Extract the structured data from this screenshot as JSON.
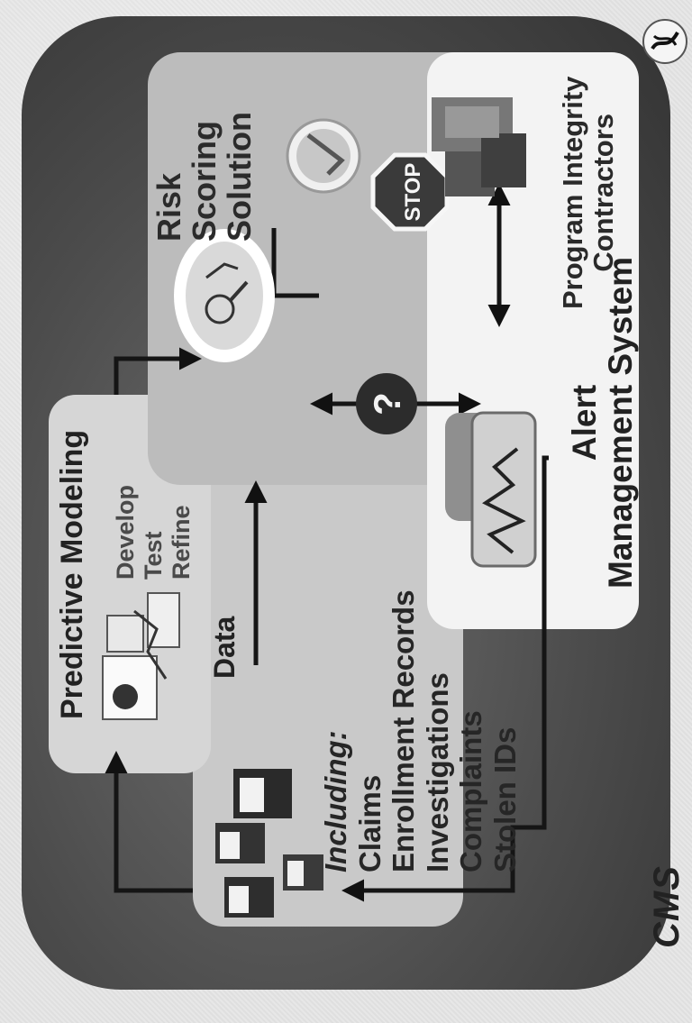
{
  "predictive": {
    "title": "Predictive Modeling",
    "steps": [
      "Develop",
      "Test",
      "Refine"
    ]
  },
  "data": {
    "title": "Data",
    "including": "Including:",
    "items": [
      "Claims",
      "Enrollment Records",
      "Investigations",
      "Complaints",
      "Stolen IDs"
    ]
  },
  "risk": {
    "title_lines": [
      "Risk",
      "Scoring",
      "Solution"
    ],
    "stop_sign": "STOP",
    "question_mark": "?"
  },
  "alert": {
    "title_lines": [
      "Alert",
      "Management System"
    ]
  },
  "contractors": {
    "title_lines": [
      "Program Integrity",
      "Contractors"
    ]
  },
  "logos": {
    "cms": "CMS"
  }
}
